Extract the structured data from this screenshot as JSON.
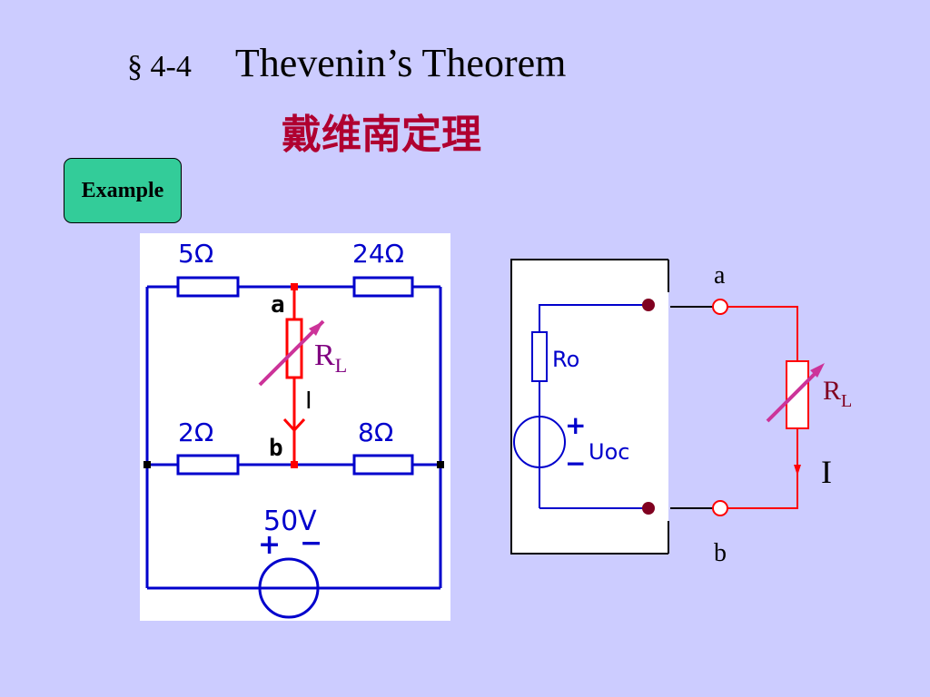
{
  "title": {
    "section": "§ 4-4",
    "main": "Thevenin’s Theorem",
    "sub": "戴维南定理"
  },
  "example_button": {
    "label": "Example"
  },
  "left_circuit": {
    "r_top_left": "5Ω",
    "r_top_right": "24Ω",
    "r_bottom_left": "2Ω",
    "r_bottom_right": "8Ω",
    "node_a": "a",
    "node_b": "b",
    "load_label": "R",
    "load_sub": "L",
    "current_label": "I",
    "source_label": "50V",
    "source_plus": "+",
    "source_minus": "−"
  },
  "right_circuit": {
    "r0_label": "Ro",
    "uoc_label": "Uoc",
    "plus": "+",
    "minus": "−",
    "terminal_a": "a",
    "terminal_b": "b",
    "load_label": "R",
    "load_sub": "L",
    "current_label": "I"
  },
  "colors": {
    "background": "#ccccff",
    "wire_blue": "#0000cc",
    "wire_red": "#ff0000",
    "load_arrow": "#cc3399",
    "title_red": "#b00030",
    "node_dark": "#800020",
    "button_green": "#33cc99"
  }
}
